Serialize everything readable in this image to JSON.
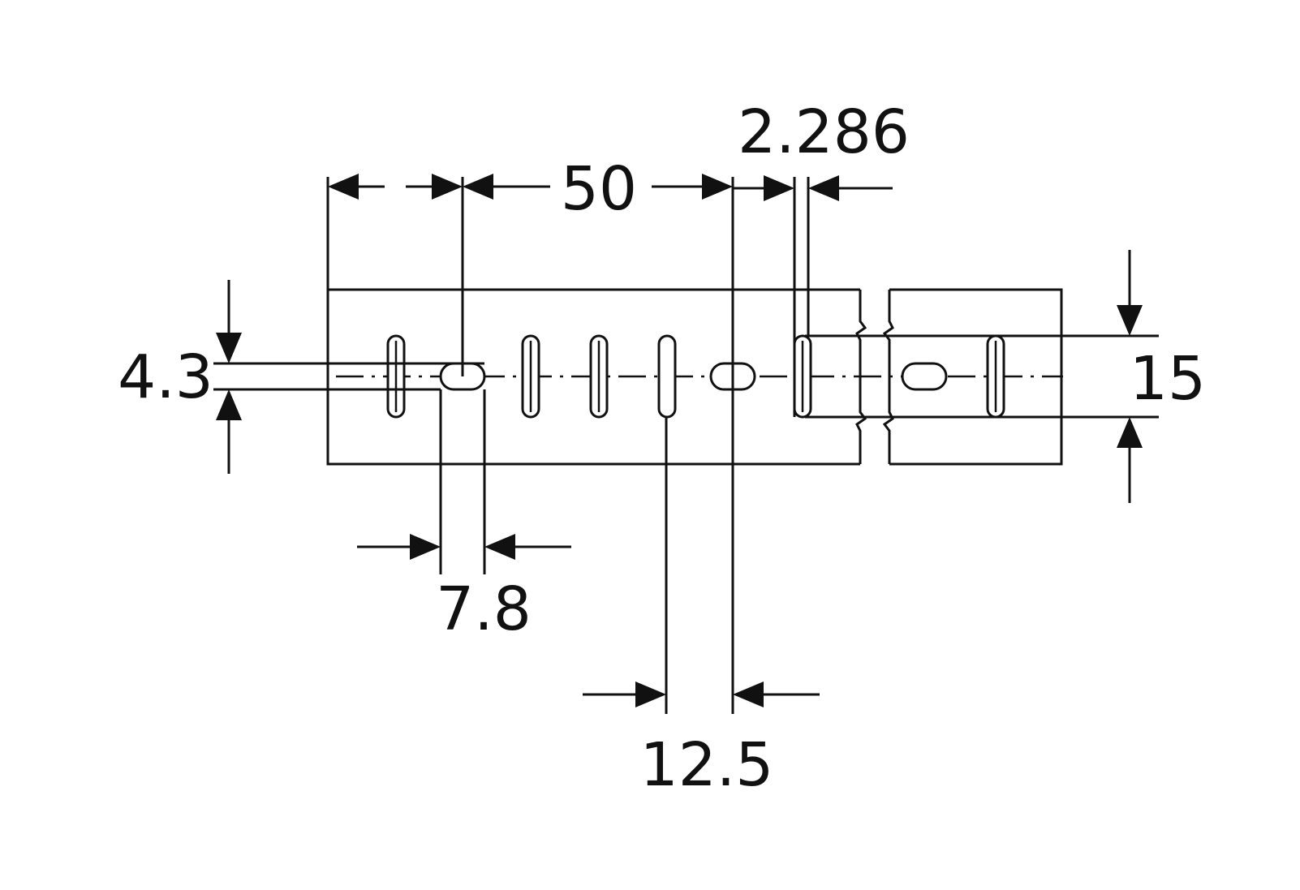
{
  "drawing": {
    "ink_color": "#111111",
    "background_color": "#ffffff",
    "dimensions": {
      "pitch": "50",
      "slot_width": "2.286",
      "hole_height": "4.3",
      "hole_width": "7.8",
      "slot_offset": "12.5",
      "slot_length": "15"
    }
  }
}
